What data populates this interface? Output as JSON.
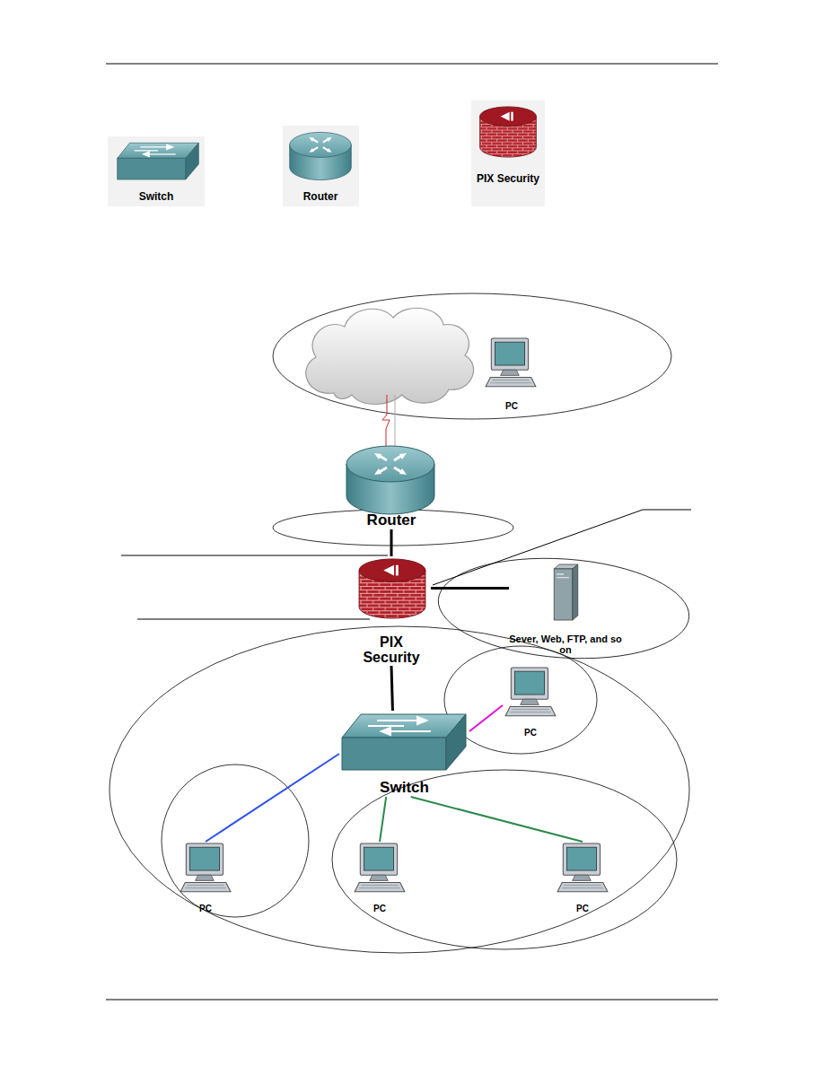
{
  "diagram": {
    "nodes": [
      {
        "text": [
          "PC"
        ]
      },
      {
        "text": [
          "Router"
        ]
      },
      {
        "text": [
          "PIX Security"
        ]
      },
      {
        "text": [
          "Sever, Web, FTP, and so on"
        ]
      },
      {
        "text": [
          "Switch"
        ]
      },
      {
        "text": [
          "PC"
        ]
      },
      {
        "text": [
          "PC"
        ]
      },
      {
        "text": [
          "PC"
        ]
      },
      {
        "text": [
          "PC"
        ]
      }
    ],
    "edges": [
      {
        "from": 1,
        "to": 2,
        "arrow": "none"
      },
      {
        "from": 2,
        "to": 3,
        "arrow": "none"
      },
      {
        "from": 2,
        "to": 4,
        "arrow": "none"
      },
      {
        "from": 4,
        "to": 5,
        "arrow": "none"
      },
      {
        "from": 4,
        "to": 6,
        "arrow": "none"
      },
      {
        "from": 4,
        "to": 7,
        "arrow": "none"
      },
      {
        "from": 4,
        "to": 8,
        "arrow": "none"
      }
    ],
    "legend": [
      {
        "text": "Switch"
      },
      {
        "text": "Router"
      },
      {
        "text": "PIX Security"
      }
    ]
  }
}
